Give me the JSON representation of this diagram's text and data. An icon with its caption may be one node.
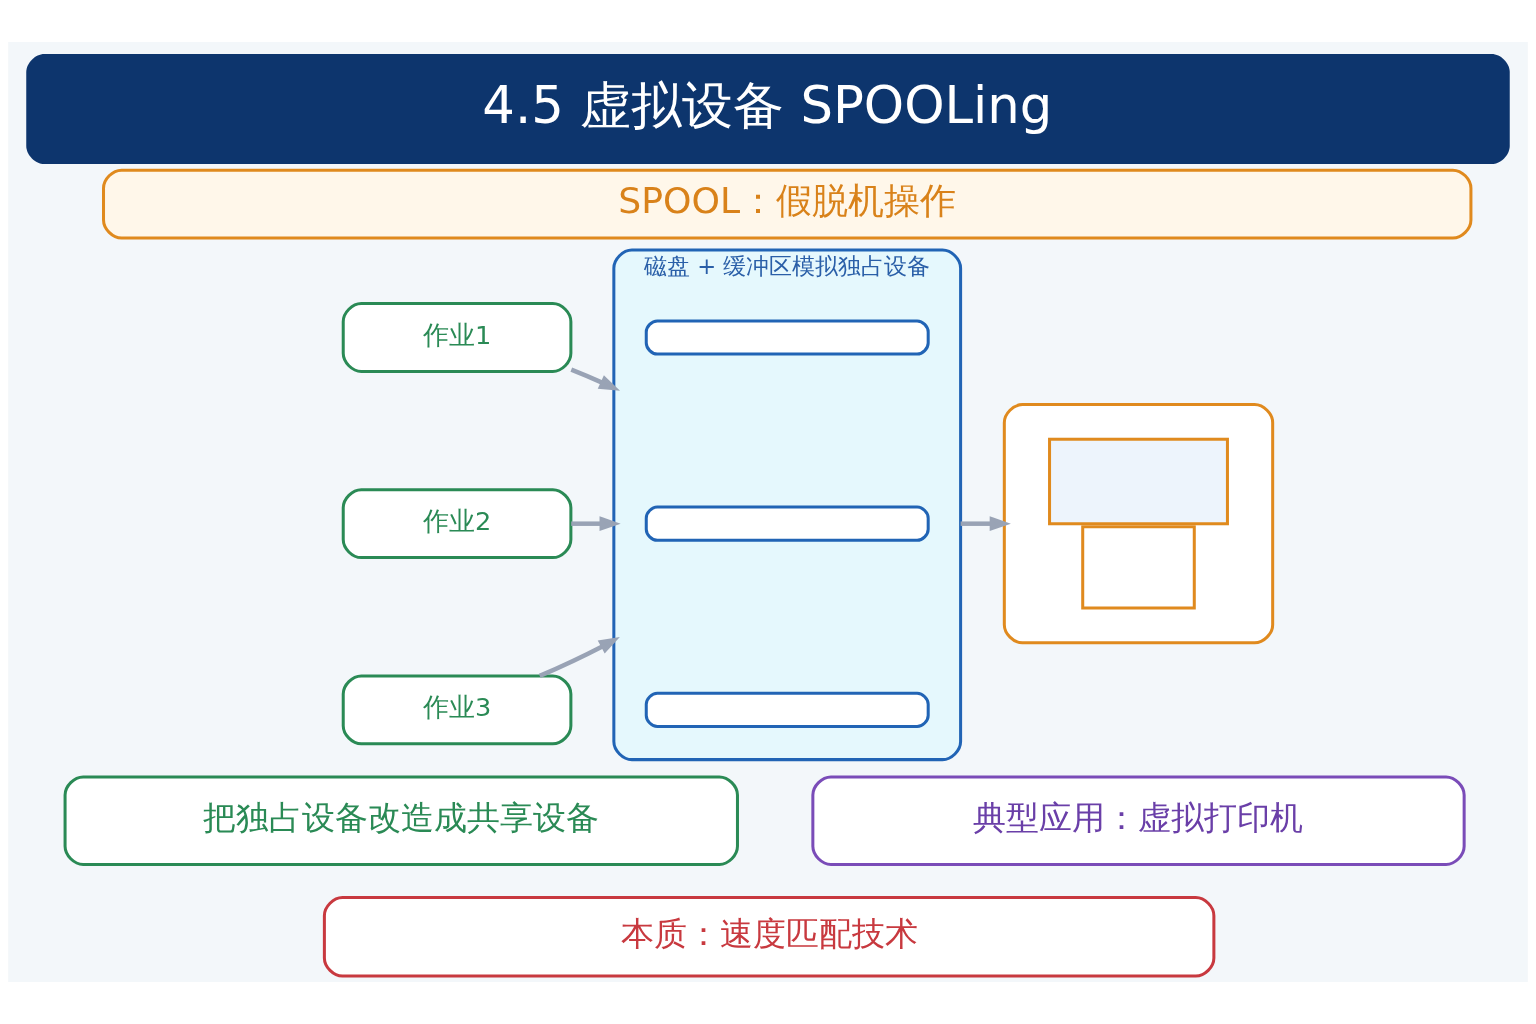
{
  "diagram": {
    "title": "4.5 虚拟设备 SPOOLing",
    "nodes": [
      {
        "text": [
          "SPOOL：假脱机操作"
        ]
      },
      {
        "text": [
          "作业1"
        ]
      },
      {
        "text": [
          "作业2"
        ]
      },
      {
        "text": [
          "作业3"
        ]
      },
      {
        "text": [
          "磁盘 + 缓冲区模拟独占设备"
        ]
      },
      {
        "text": [],
        "shape": "box",
        "in": 4
      },
      {
        "text": [],
        "shape": "box",
        "in": 4
      },
      {
        "text": [],
        "shape": "box",
        "in": 4
      },
      {
        "text": [],
        "shape": "picture"
      },
      {
        "text": [
          "把独占设备改造成共享设备"
        ]
      },
      {
        "text": [
          "典型应用：虚拟打印机"
        ]
      },
      {
        "text": [
          "本质：速度匹配技术"
        ]
      }
    ],
    "edges": [
      {
        "from": 1,
        "to": 4,
        "arrow": "to"
      },
      {
        "from": 2,
        "to": 4,
        "arrow": "to"
      },
      {
        "from": 3,
        "to": 4,
        "arrow": "to"
      },
      {
        "from": 4,
        "to": 8,
        "arrow": "to"
      }
    ]
  }
}
